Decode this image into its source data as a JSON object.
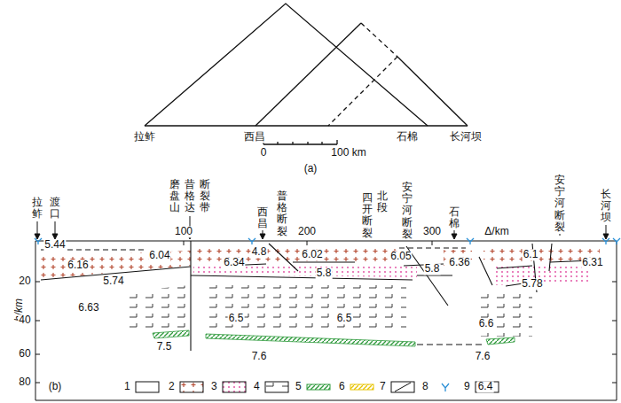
{
  "diagram": {
    "labels": [
      "拉鲊",
      "西昌",
      "石棉",
      "长河坝",
      "0",
      "100 km",
      "(a)",
      "拉鲊",
      "渡口",
      "磨盘山",
      "昔格达",
      "断裂带",
      "西昌",
      "普格断裂",
      "安宁河断裂",
      "四开断裂",
      "北段",
      "石棉",
      "安宁河断裂",
      "长河坝",
      "100",
      "200",
      "300",
      "Δ/km",
      "h/km",
      "20",
      "40",
      "60",
      "80",
      "5.44",
      "6.04",
      "6.16",
      "5.74",
      "6.63",
      "7.5",
      "4.8",
      "6.34",
      "6.02",
      "5.8",
      "6.5",
      "6.5",
      "7.6",
      "6.05",
      "5.8",
      "6.36",
      "7.6",
      "6.6",
      "6.1",
      "5.78",
      "6.31",
      "(b)",
      "6.4"
    ],
    "legend": [
      {
        "text": "1"
      },
      {
        "text": "2"
      },
      {
        "text": "3"
      },
      {
        "text": "4"
      },
      {
        "text": "5"
      },
      {
        "text": "6"
      },
      {
        "text": "7"
      },
      {
        "text": "8"
      },
      {
        "text": "9"
      }
    ]
  }
}
